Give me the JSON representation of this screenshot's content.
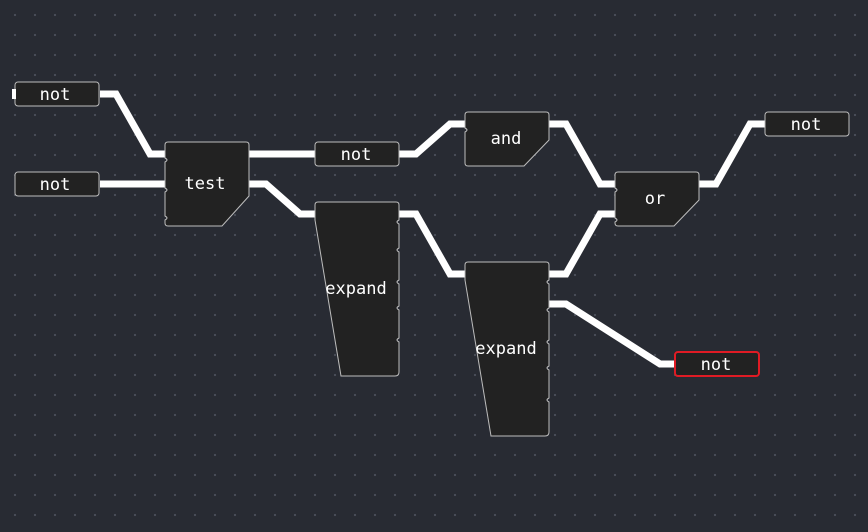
{
  "graph": {
    "nodes": [
      {
        "id": "not_in1",
        "label": "not",
        "type": "not"
      },
      {
        "id": "not_in2",
        "label": "not",
        "type": "not"
      },
      {
        "id": "test",
        "label": "test",
        "type": "test"
      },
      {
        "id": "not_mid",
        "label": "not",
        "type": "not"
      },
      {
        "id": "and",
        "label": "and",
        "type": "and"
      },
      {
        "id": "or",
        "label": "or",
        "type": "or"
      },
      {
        "id": "not_out",
        "label": "not",
        "type": "not"
      },
      {
        "id": "expand1",
        "label": "expand",
        "type": "expand"
      },
      {
        "id": "expand2",
        "label": "expand",
        "type": "expand"
      },
      {
        "id": "not_err",
        "label": "not",
        "type": "not",
        "error": true
      }
    ],
    "edges": [
      {
        "from": "not_in1",
        "to": "test"
      },
      {
        "from": "not_in2",
        "to": "test"
      },
      {
        "from": "test",
        "to": "not_mid"
      },
      {
        "from": "test",
        "to": "expand1"
      },
      {
        "from": "not_mid",
        "to": "and"
      },
      {
        "from": "and",
        "to": "or"
      },
      {
        "from": "or",
        "to": "not_out"
      },
      {
        "from": "expand1",
        "to": "expand2"
      },
      {
        "from": "expand2",
        "to": "or"
      },
      {
        "from": "expand2",
        "to": "not_err"
      }
    ]
  },
  "colors": {
    "background": "#282b33",
    "wire": "#ffffff",
    "node_fill": "#222222",
    "node_border": "#bdbdbd",
    "error_border": "#e01b24"
  }
}
